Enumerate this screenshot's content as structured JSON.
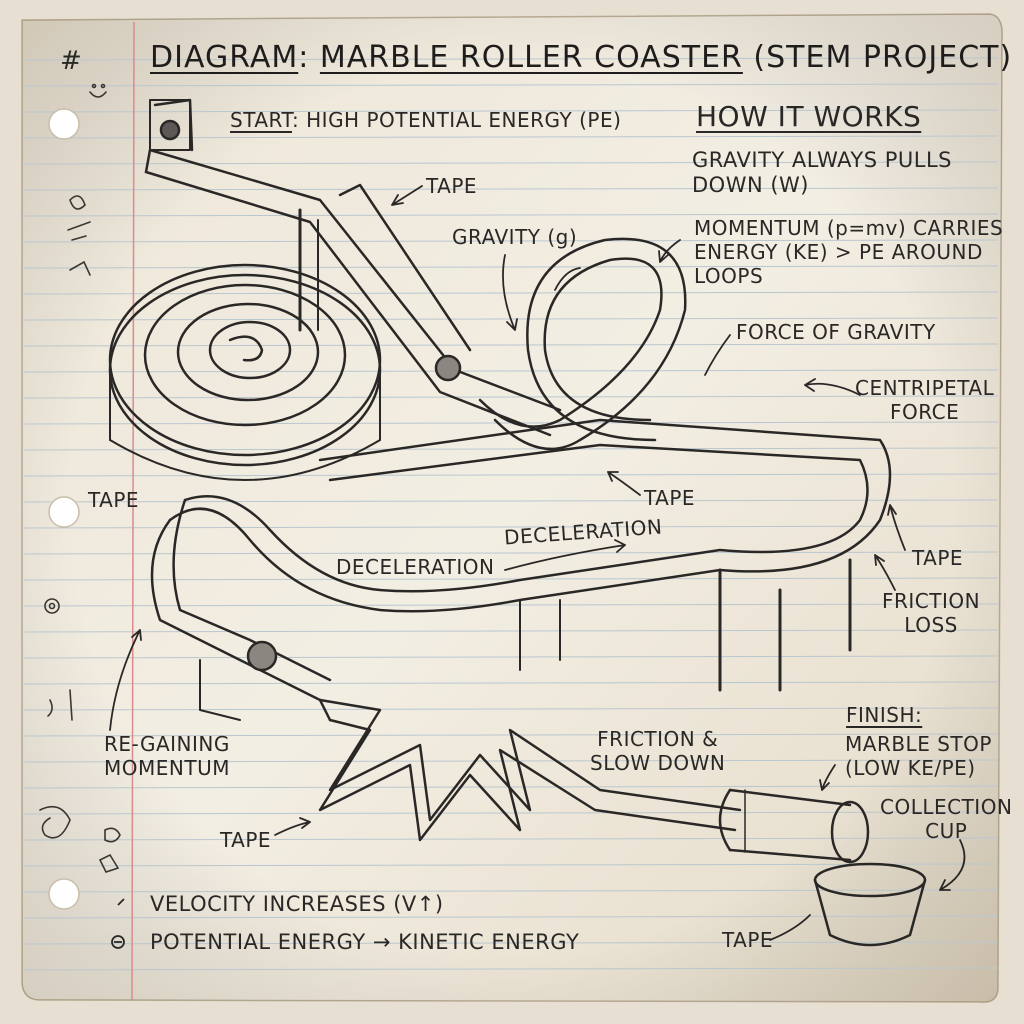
{
  "title": {
    "part1": "DIAGRAM",
    "part2": "MARBLE ROLLER COASTER",
    "part3": "(STEM PROJECT)"
  },
  "labels": {
    "start_prefix": "START",
    "start_text": "HIGH POTENTIAL ENERGY (PE)",
    "how_title": "HOW IT WORKS",
    "how_gravity": "GRAVITY ALWAYS PULLS\nDOWN (W)",
    "how_momentum": "MOMENTUM (p=mv) CARRIES\nENERGY (KE) > PE AROUND\n  LOOPS",
    "tape_top": "TAPE",
    "gravity_g": "GRAVITY (g)",
    "force_of_gravity": "FORCE OF GRAVITY",
    "centripetal": "CENTRIPETAL\nFORCE",
    "tape_left": "TAPE",
    "tape_mid": "TAPE",
    "deceleration_1": "DECELERATION",
    "deceleration_2": "DECELERATION",
    "tape_right": "TAPE",
    "friction_loss": "FRICTION\nLOSS",
    "regaining": "RE-GAINING\nMOMENTUM",
    "friction_slow": "FRICTION &\nSLOW DOWN",
    "finish_prefix": "FINISH:",
    "finish_text": "MARBLE STOP\n(LOW KE/PE)",
    "collection_cup": "COLLECTION\nCUP",
    "tape_bottom_left": "TAPE",
    "tape_bottom_right": "TAPE",
    "velocity": "VELOCITY INCREASES (V↑)",
    "energy": "POTENTIAL ENERGY → KINETIC ENERGY",
    "doodle_hash": "#"
  },
  "colors": {
    "paper": "#f1ebdf",
    "ink": "#2a2826",
    "rule_line": "#b9c7cf",
    "margin_line": "#d98c8c",
    "hole": "#ffffff"
  }
}
